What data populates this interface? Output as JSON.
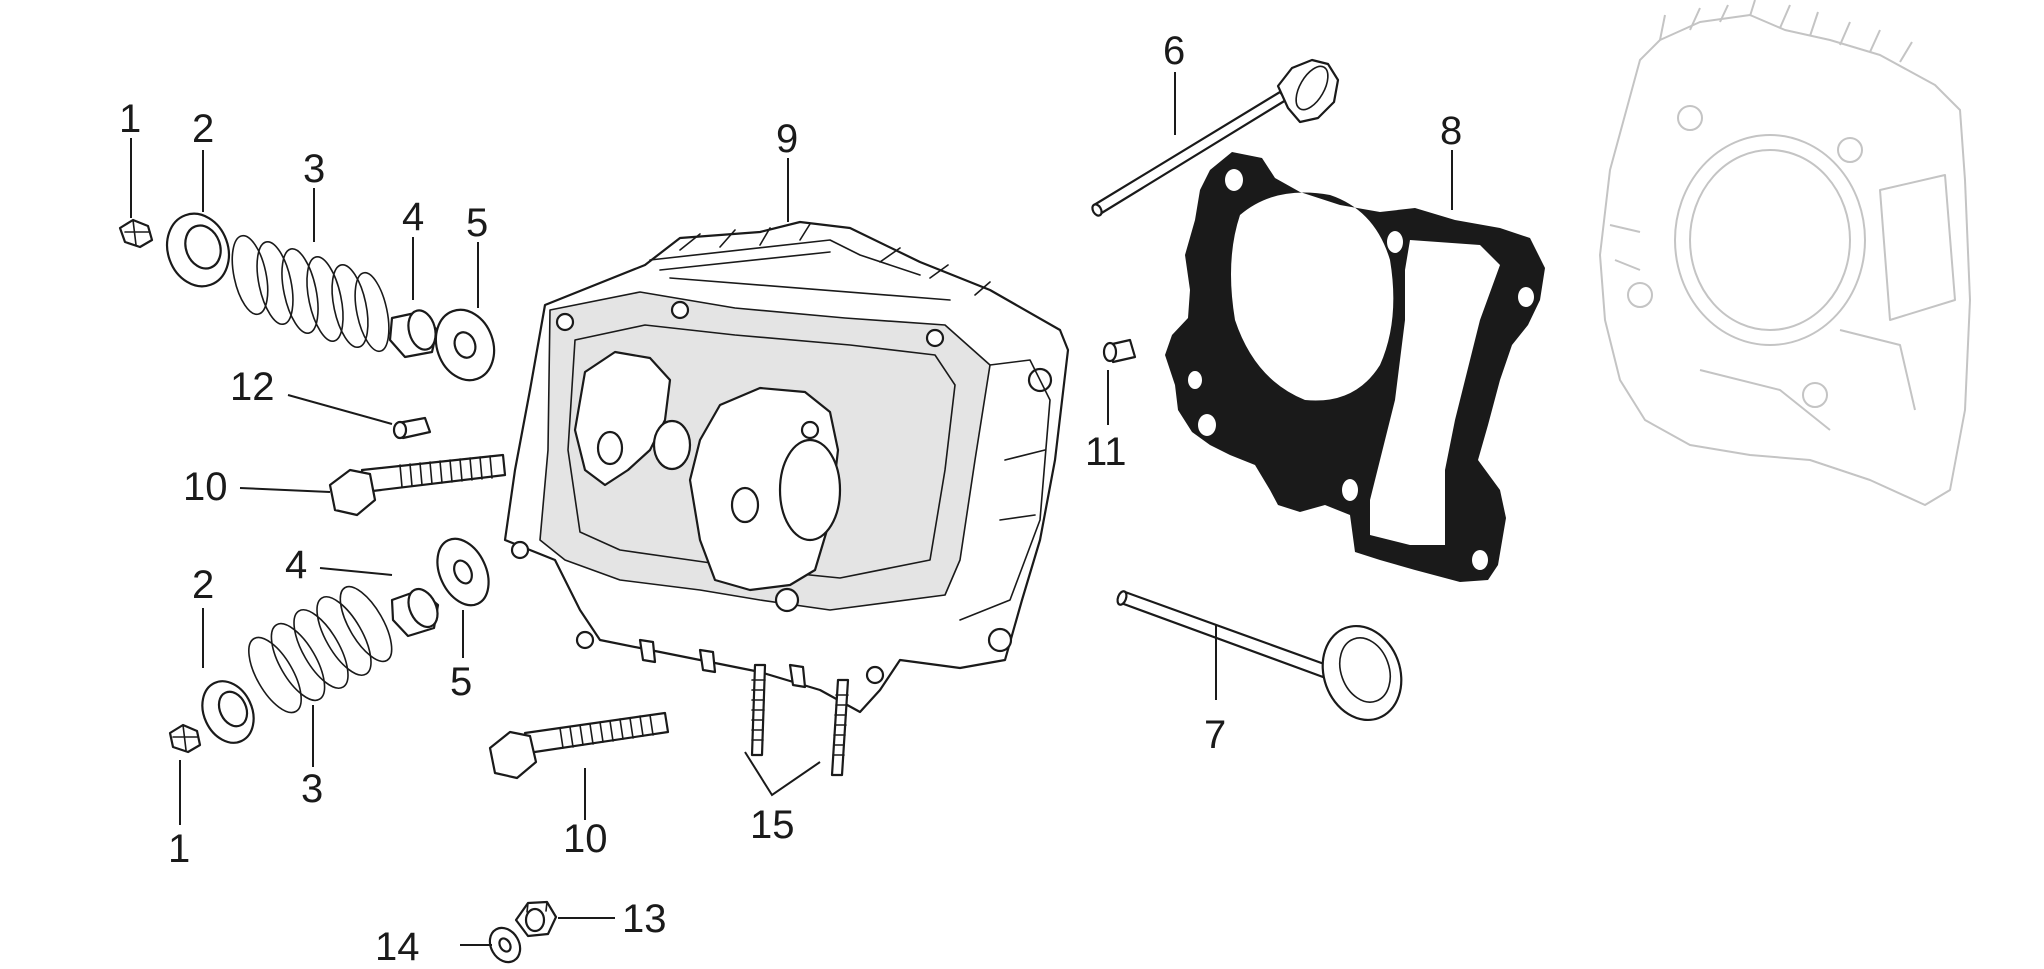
{
  "diagram": {
    "callouts": [
      {
        "id": "c1a",
        "label": "1"
      },
      {
        "id": "c1b",
        "label": "1"
      },
      {
        "id": "c2a",
        "label": "2"
      },
      {
        "id": "c2b",
        "label": "2"
      },
      {
        "id": "c3a",
        "label": "3"
      },
      {
        "id": "c3b",
        "label": "3"
      },
      {
        "id": "c4a",
        "label": "4"
      },
      {
        "id": "c4b",
        "label": "4"
      },
      {
        "id": "c5a",
        "label": "5"
      },
      {
        "id": "c5b",
        "label": "5"
      },
      {
        "id": "c6",
        "label": "6"
      },
      {
        "id": "c7",
        "label": "7"
      },
      {
        "id": "c8",
        "label": "8"
      },
      {
        "id": "c9",
        "label": "9"
      },
      {
        "id": "c10a",
        "label": "10"
      },
      {
        "id": "c10b",
        "label": "10"
      },
      {
        "id": "c11",
        "label": "11"
      },
      {
        "id": "c12",
        "label": "12"
      },
      {
        "id": "c13",
        "label": "13"
      },
      {
        "id": "c14",
        "label": "14"
      },
      {
        "id": "c15",
        "label": "15"
      }
    ],
    "colors": {
      "line": "#1a1a1a",
      "ghost_cylinder": "#c4c4c4",
      "head_fill": "#e4e4e4",
      "gasket": "#1a1a1a"
    },
    "icons": {
      "valve_keeper": "valve-keeper-icon",
      "spring_retainer": "spring-retainer-icon",
      "valve_spring": "valve-spring-icon",
      "valve_seal": "valve-seal-icon",
      "spring_washer": "spring-washer-icon",
      "intake_valve": "valve-icon",
      "exhaust_valve": "valve-icon",
      "head_gasket": "head-gasket-icon",
      "cylinder_head": "cylinder-head-icon",
      "head_bolt": "bolt-icon",
      "dowel_pin": "dowel-pin-icon",
      "stud": "stud-icon",
      "nut": "nut-icon",
      "washer": "washer-icon",
      "cylinder_outline": "cylinder-icon"
    }
  }
}
